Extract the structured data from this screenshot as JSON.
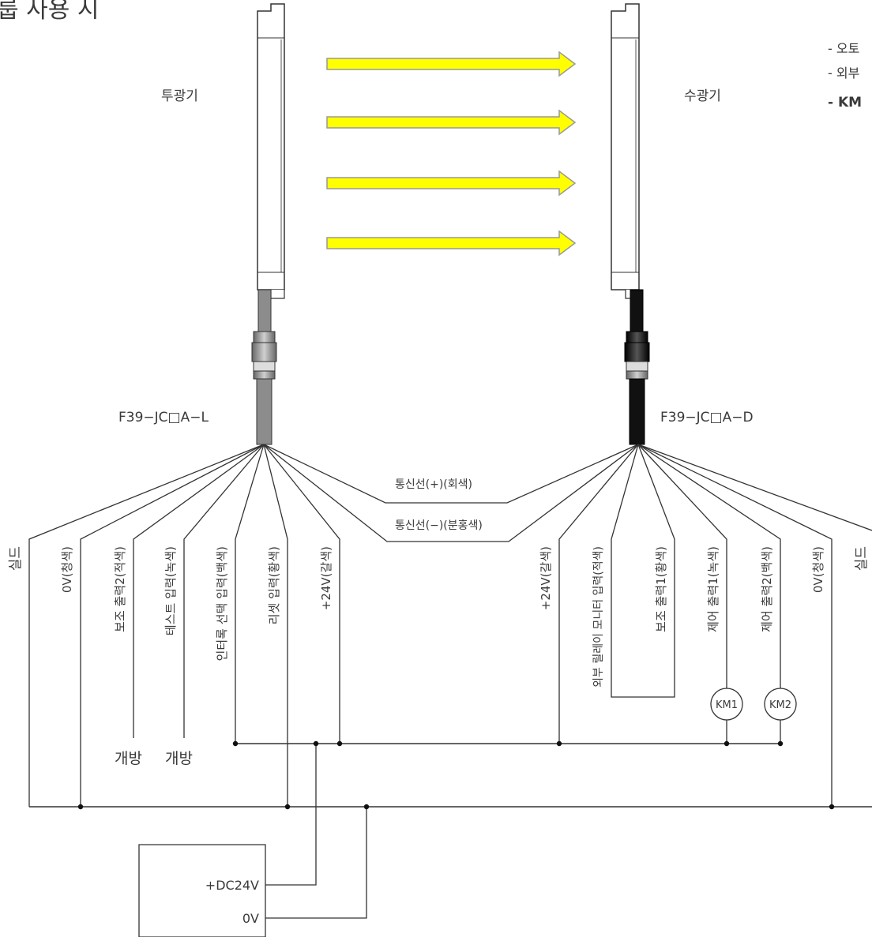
{
  "title_fragment": "룹 사용 시",
  "emitter_label": "투광기",
  "receiver_label": "수광기",
  "emitter_cable_label": "F39−JC□A−L",
  "receiver_cable_label": "F39−JC□A−D",
  "notes": [
    "- 오토",
    "- 외부",
    "- KM"
  ],
  "comm_pos_label": "통신선(+)(회색)",
  "comm_neg_label": "통신선(−)(분홍색)",
  "emitter_wires": [
    "실드",
    "0V(청색)",
    "보조 출력2(적색)",
    "테스트 입력(녹색)",
    "인터록 선택 입력(백색)",
    "리셋 입력(황색)",
    "+24V(갈색)"
  ],
  "receiver_wires": [
    "+24V(갈색)",
    "외부 릴레이 모니터 입력(적색)",
    "보조 출력1(황색)",
    "제어 출력1(녹색)",
    "제어 출력2(백색)",
    "0V(청색)",
    "실드"
  ],
  "open_labels": [
    "개방",
    "개방"
  ],
  "relays": [
    "KM1",
    "KM2"
  ],
  "power_supply": {
    "pos": "+DC24V",
    "neg": "0V"
  },
  "colors": {
    "arrow_fill": "#ffff00",
    "arrow_stroke": "#999999",
    "emitter_cable": "#8c8c8c",
    "receiver_cable": "#111111"
  }
}
